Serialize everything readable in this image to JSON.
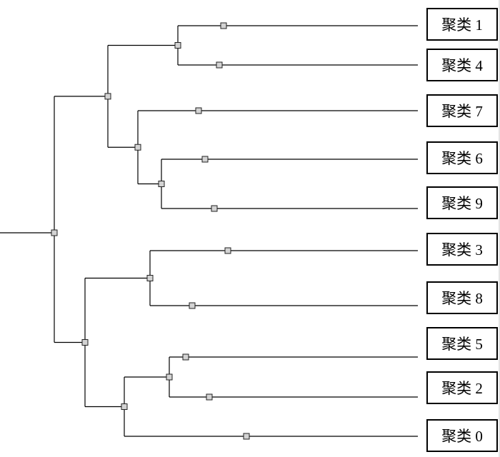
{
  "colors": {
    "line": "#000000",
    "node_fill": "#d3d3d3",
    "node_stroke": "#222222",
    "box_border": "#000000",
    "background": "#ffffff"
  },
  "leaves": [
    {
      "id": "c1",
      "label": "聚类 1"
    },
    {
      "id": "c4",
      "label": "聚类 4"
    },
    {
      "id": "c7",
      "label": "聚类 7"
    },
    {
      "id": "c6",
      "label": "聚类 6"
    },
    {
      "id": "c9",
      "label": "聚类 9"
    },
    {
      "id": "c3",
      "label": "聚类 3"
    },
    {
      "id": "c8",
      "label": "聚类 8"
    },
    {
      "id": "c5",
      "label": "聚类 5"
    },
    {
      "id": "c2",
      "label": "聚类 2"
    },
    {
      "id": "c0",
      "label": "聚类 0"
    }
  ],
  "tree": {
    "children": [
      {
        "children": [
          {
            "children": [
              {
                "leaf": "c1"
              },
              {
                "leaf": "c4"
              }
            ]
          },
          {
            "children": [
              {
                "leaf": "c7"
              },
              {
                "children": [
                  {
                    "leaf": "c6"
                  },
                  {
                    "leaf": "c9"
                  }
                ]
              }
            ]
          }
        ]
      },
      {
        "children": [
          {
            "children": [
              {
                "leaf": "c3"
              },
              {
                "leaf": "c8"
              }
            ]
          },
          {
            "children": [
              {
                "children": [
                  {
                    "leaf": "c5"
                  },
                  {
                    "leaf": "c2"
                  }
                ]
              },
              {
                "leaf": "c0"
              }
            ]
          }
        ]
      }
    ]
  }
}
